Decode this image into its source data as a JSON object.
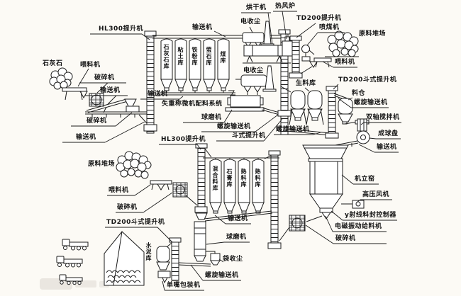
{
  "page": {
    "background": "#fcfaf5",
    "ink": "#1c1c1c",
    "type": "cement-production-flow-diagram"
  },
  "labels": {
    "limestone": "石灰石",
    "feeder_tl": "喂料机",
    "hl300_elevator_top": "HL300提升机",
    "crusher_tl_1": "破碎机",
    "conveyor_tl_1": "输送机",
    "crusher_tl_2": "破碎机",
    "conveyor_tl_2": "输送机",
    "conveyor_silo_top": "输送机",
    "silo_limestone": "石灰石库",
    "silo_clay": "粘土库",
    "silo_iron": "铁粉库",
    "silo_fluorite": "萤石库",
    "silo_coal": "煤库",
    "conveyor_batching": "输送机",
    "batching_system": "失重称微机配料系统",
    "ball_mill_raw": "球磨机",
    "screw_conveyor_raw": "螺旋输送机",
    "bucket_elevator_raw": "斗式提升机",
    "dryer": "烘干机",
    "hot_blast_stove": "热风炉",
    "esp_top": "电收尘",
    "esp_mid": "电收尘",
    "td200_elevator": "TD200提升机",
    "coal_injector": "喷煤机",
    "stockyard_right": "原料堆场",
    "feeder_tr": "喂料机",
    "raw_meal_silo": "生料库",
    "td200_bucket_elevator_right": "TD200斗式提升机",
    "hopper_bin": "料仓",
    "screw_conveyor_right": "螺旋输送机",
    "twin_shaft_mixer": "双轴搅拌机",
    "pelletizing_disc": "成球盘",
    "conveyor_kiln": "输送机",
    "screw_conveyor_rawmeal": "螺旋输送机",
    "shaft_kiln": "机立窑",
    "hp_fan": "高压风机",
    "gamma_controller": "y射线料封控制器",
    "em_vibrating_feeder": "电磁振动给料机",
    "crusher_br": "破碎机",
    "hl300_elevator_left": "HL300提升机",
    "stockyard_left": "原料堆场",
    "feeder_bl": "喂料机",
    "crusher_bl": "破碎机",
    "silo_mixed": "混合料库",
    "silo_gypsum": "石膏库",
    "silo_clinker1": "熟料库",
    "silo_clinker2": "熟料库",
    "td200_bucket_elevator_bottom": "TD200斗式提升机",
    "cement_store": "水泥库",
    "conveyor_bm": "输送机",
    "ball_mill_cement": "球磨机",
    "bag_filter": "袋收尘",
    "screw_conveyor_bottom": "螺旋输送机",
    "packer": "单嘴包装机"
  }
}
